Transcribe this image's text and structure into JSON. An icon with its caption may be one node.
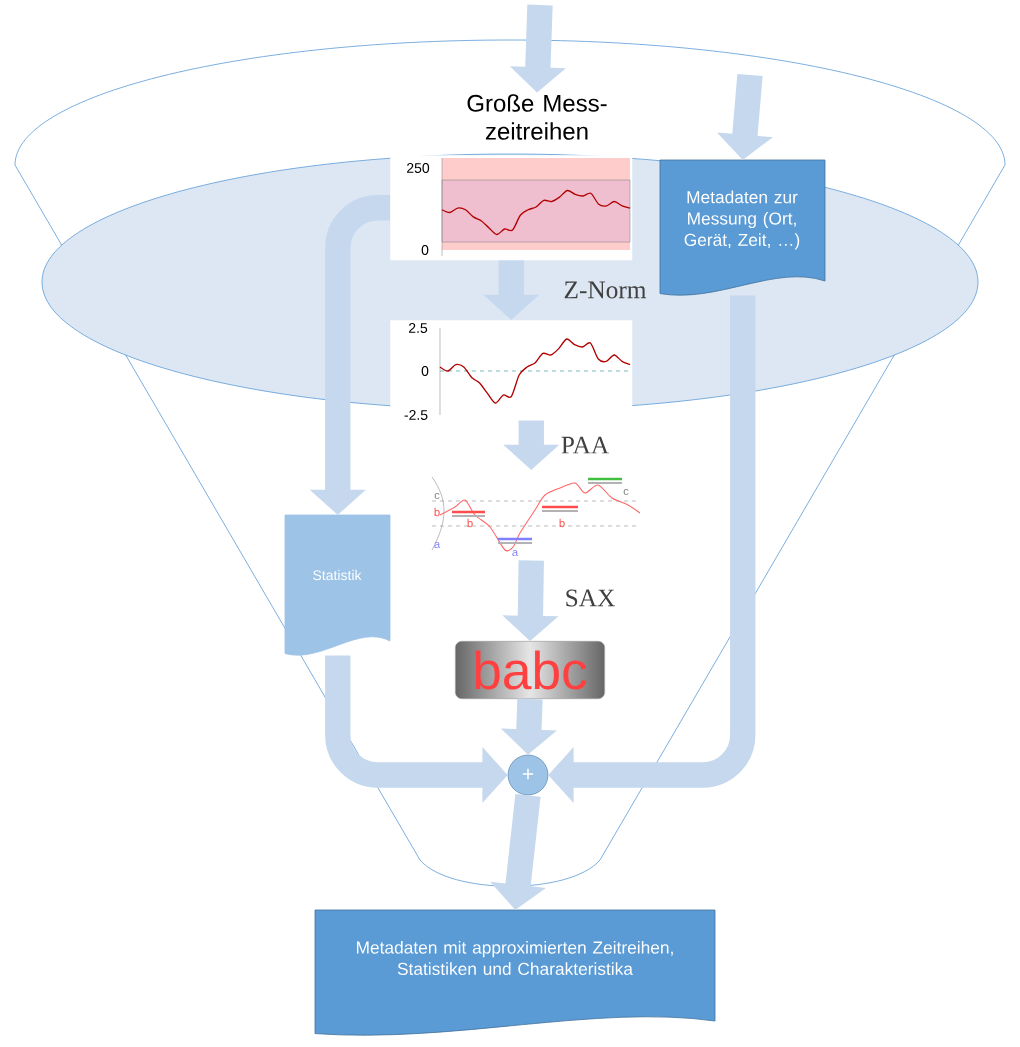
{
  "diagram": {
    "nodes": [
      {
        "text": [
          "Große Mess- zeitreihen"
        ]
      },
      {
        "text": [
          "250",
          "0"
        ]
      },
      {
        "text": [
          "Metadaten zur Messung (Ort, Gerät, Zeit, …)"
        ]
      },
      {
        "text": [
          "2.5",
          "0",
          "-2.5"
        ]
      },
      {
        "text": [
          "c",
          "b",
          "a",
          "b",
          "a",
          "b",
          "c"
        ]
      },
      {
        "text": [
          "Statistik"
        ]
      },
      {
        "text": [
          "babc"
        ]
      },
      {
        "text": [
          "+"
        ]
      },
      {
        "text": [
          "Metadaten mit approximierten Zeitreihen, Statistiken und Charakteristika"
        ]
      }
    ],
    "edges": [
      {
        "from": null,
        "to": 0,
        "arrow": "to"
      },
      {
        "from": null,
        "to": 2,
        "arrow": "to"
      },
      {
        "from": 1,
        "to": 3,
        "arrow": "to",
        "label": "Z-Norm"
      },
      {
        "from": 3,
        "to": 4,
        "arrow": "to",
        "label": "PAA"
      },
      {
        "from": 4,
        "to": 6,
        "arrow": "to",
        "label": "SAX"
      },
      {
        "from": 1,
        "to": 5,
        "arrow": "to"
      },
      {
        "from": 6,
        "to": 7,
        "arrow": "to"
      },
      {
        "from": 5,
        "to": 7,
        "arrow": "to"
      },
      {
        "from": 2,
        "to": 7,
        "arrow": "to"
      },
      {
        "from": 7,
        "to": 8,
        "arrow": "to"
      }
    ]
  }
}
